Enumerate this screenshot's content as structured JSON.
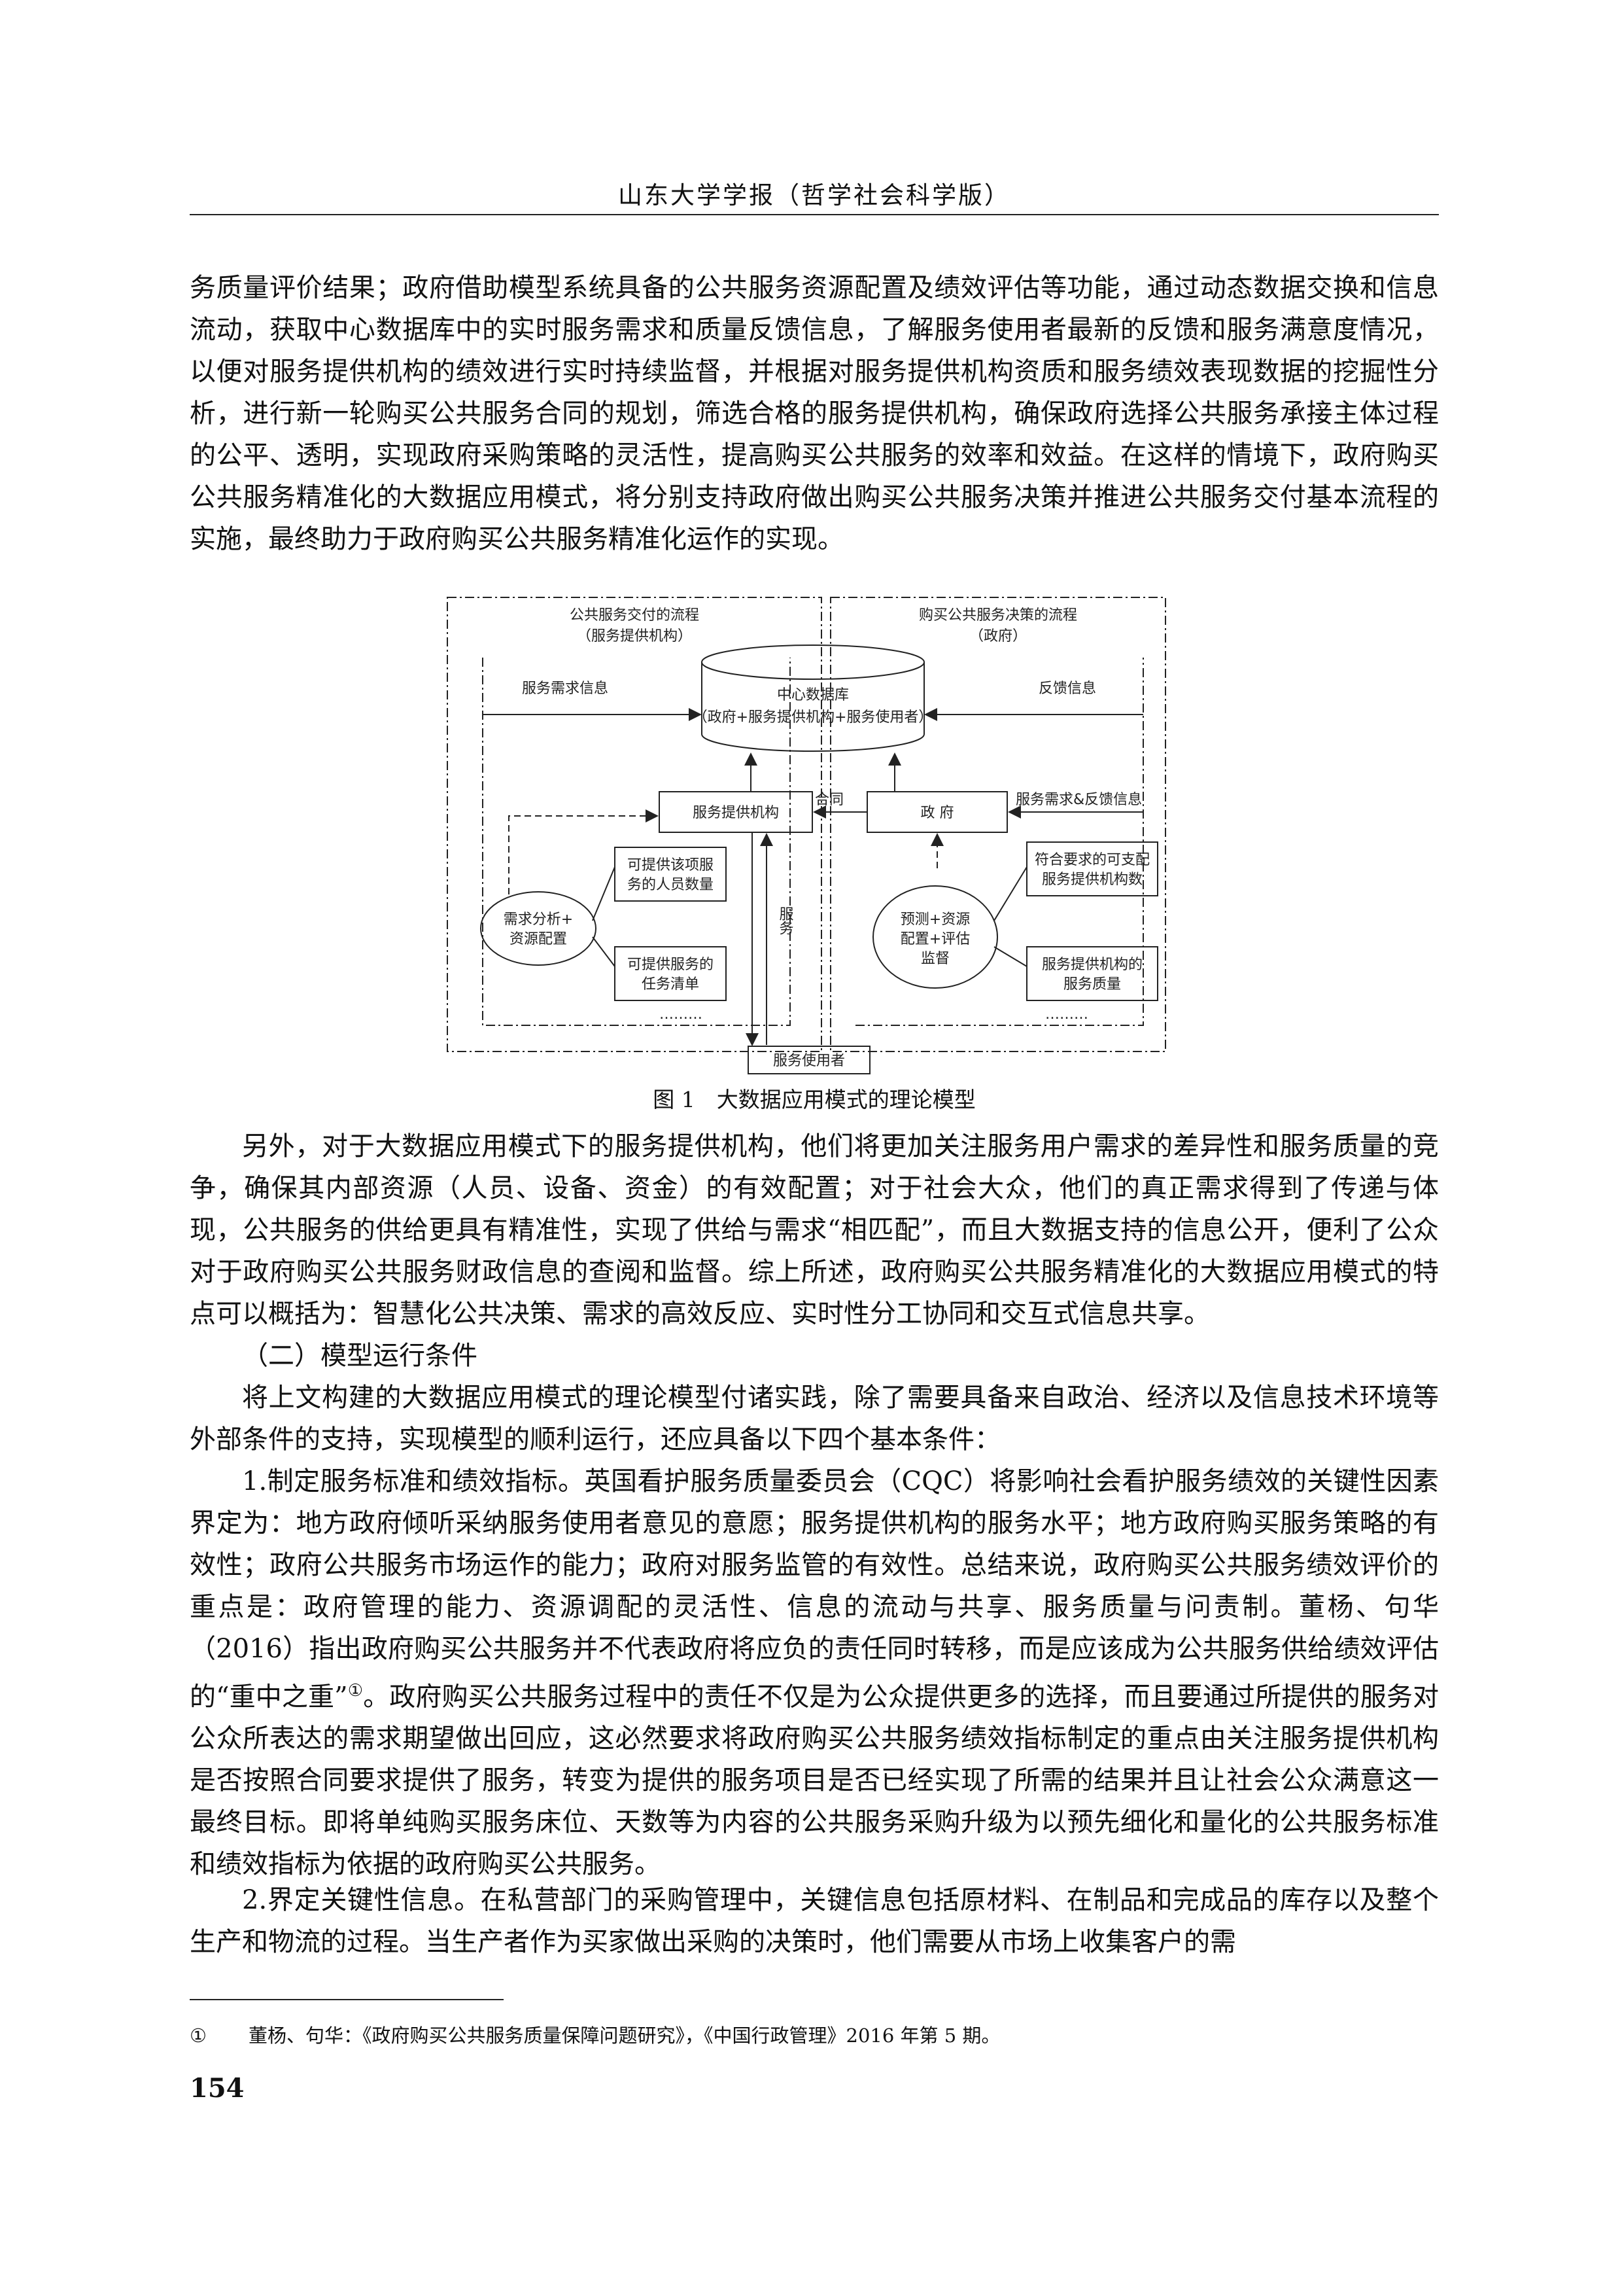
{
  "header": {
    "journal": "山东大学学报（哲学社会科学版）"
  },
  "paragraphs": {
    "p1": "务质量评价结果；政府借助模型系统具备的公共服务资源配置及绩效评估等功能，通过动态数据交换和信息流动，获取中心数据库中的实时服务需求和质量反馈信息，了解服务使用者最新的反馈和服务满意度情况，以便对服务提供机构的绩效进行实时持续监督，并根据对服务提供机构资质和服务绩效表现数据的挖掘性分析，进行新一轮购买公共服务合同的规划，筛选合格的服务提供机构，确保政府选择公共服务承接主体过程的公平、透明，实现政府采购策略的灵活性，提高购买公共服务的效率和效益。在这样的情境下，政府购买公共服务精准化的大数据应用模式，将分别支持政府做出购买公共服务决策并推进公共服务交付基本流程的实施，最终助力于政府购买公共服务精准化运作的实现。",
    "p2": "另外，对于大数据应用模式下的服务提供机构，他们将更加关注服务用户需求的差异性和服务质量的竞争，确保其内部资源（人员、设备、资金）的有效配置；对于社会大众，他们的真正需求得到了传递与体现，公共服务的供给更具有精准性，实现了供给与需求“相匹配”，而且大数据支持的信息公开，便利了公众对于政府购买公共服务财政信息的查阅和监督。综上所述，政府购买公共服务精准化的大数据应用模式的特点可以概括为：智慧化公共决策、需求的高效反应、实时性分工协同和交互式信息共享。",
    "p3": "（二）模型运行条件",
    "p4": "将上文构建的大数据应用模式的理论模型付诸实践，除了需要具备来自政治、经济以及信息技术环境等外部条件的支持，实现模型的顺利运行，还应具备以下四个基本条件：",
    "p5a": "1.制定服务标准和绩效指标。英国看护服务质量委员会（CQC）将影响社会看护服务绩效的关键性因素界定为：地方政府倾听采纳服务使用者意见的意愿；服务提供机构的服务水平；地方政府购买服务策略的有效性；政府公共服务市场运作的能力；政府对服务监管的有效性。总结来说，政府购买公共服务绩效评价的重点是：政府管理的能力、资源调配的灵活性、信息的流动与共享、服务质量与问责制。董杨、句华（2016）指出政府购买公共服务并不代表政府将应负的责任同时转移，而是应该成为公共服务供给绩效评估的“重中之重”",
    "p5_footnote_ref": "①",
    "p5b": "。政府购买公共服务过程中的责任不仅是为公众提供更多的选择，而且要通过所提供的服务对公众所表达的需求期望做出回应，这必然要求将政府购买公共服务绩效指标制定的重点由关注服务提供机构是否按照合同要求提供了服务，转变为提供的服务项目是否已经实现了所需的结果并且让社会公众满意这一最终目标。即将单纯购买服务床位、天数等为内容的公共服务采购升级为以预先细化和量化的公共服务标准和绩效指标为依据的政府购买公共服务。",
    "p6": "2.界定关键性信息。在私营部门的采购管理中，关键信息包括原材料、在制品和完成品的库存以及整个生产和物流的过程。当生产者作为买家做出采购的决策时，他们需要从市场上收集客户的需"
  },
  "figure": {
    "caption": "图 1　大数据应用模式的理论模型",
    "left_region_title": "公共服务交付的流程",
    "left_region_sub": "（服务提供机构）",
    "right_region_title": "购买公共服务决策的流程",
    "right_region_sub": "（政府）",
    "db_title": "中心数据库",
    "db_sub": "（政府+服务提供机构+服务使用者）",
    "label_demand_info": "服务需求信息",
    "label_feedback_info": "反馈信息",
    "provider_box": "服务提供机构",
    "gov_box": "政 府",
    "contract_label": "合同",
    "label_demand_feedback": "服务需求&反馈信息",
    "left_circle_l1": "需求分析+",
    "left_circle_l2": "资源配置",
    "left_box1_l1": "可提供该项服",
    "left_box1_l2": "务的人员数量",
    "left_box2_l1": "可提供服务的",
    "left_box2_l2": "任务清单",
    "service_vertical": "服务",
    "right_circle_l1": "预测+资源",
    "right_circle_l2": "配置+评估",
    "right_circle_l3": "监督",
    "right_box1_l1": "符合要求的可支配",
    "right_box1_l2": "服务提供机构数",
    "right_box2_l1": "服务提供机构的",
    "right_box2_l2": "服务质量",
    "ellipsis": "………",
    "user_box": "服务使用者"
  },
  "footnote": {
    "mark": "①",
    "text": "董杨、句华：《政府购买公共服务质量保障问题研究》，《中国行政管理》2016 年第 5 期。"
  },
  "page_number": "154"
}
